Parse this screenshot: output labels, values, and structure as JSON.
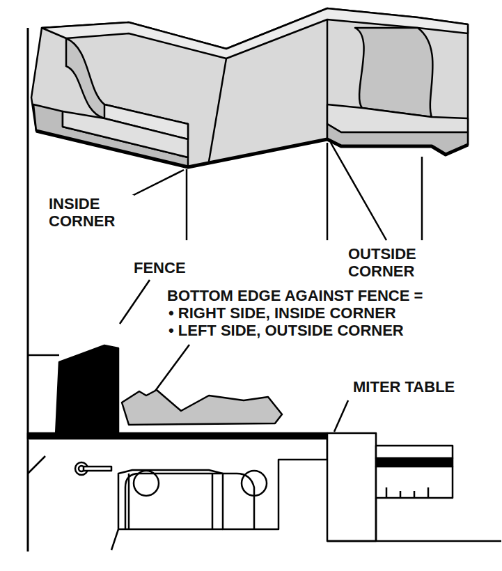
{
  "diagram": {
    "labels": [
      "INSIDE CORNER",
      "FENCE",
      "OUTSIDE CORNER",
      "BOTTOM EDGE AGAINST FENCE =",
      "• RIGHT SIDE, INSIDE CORNER",
      "• LEFT SIDE, OUTSIDE CORNER",
      "MITER TABLE"
    ]
  }
}
